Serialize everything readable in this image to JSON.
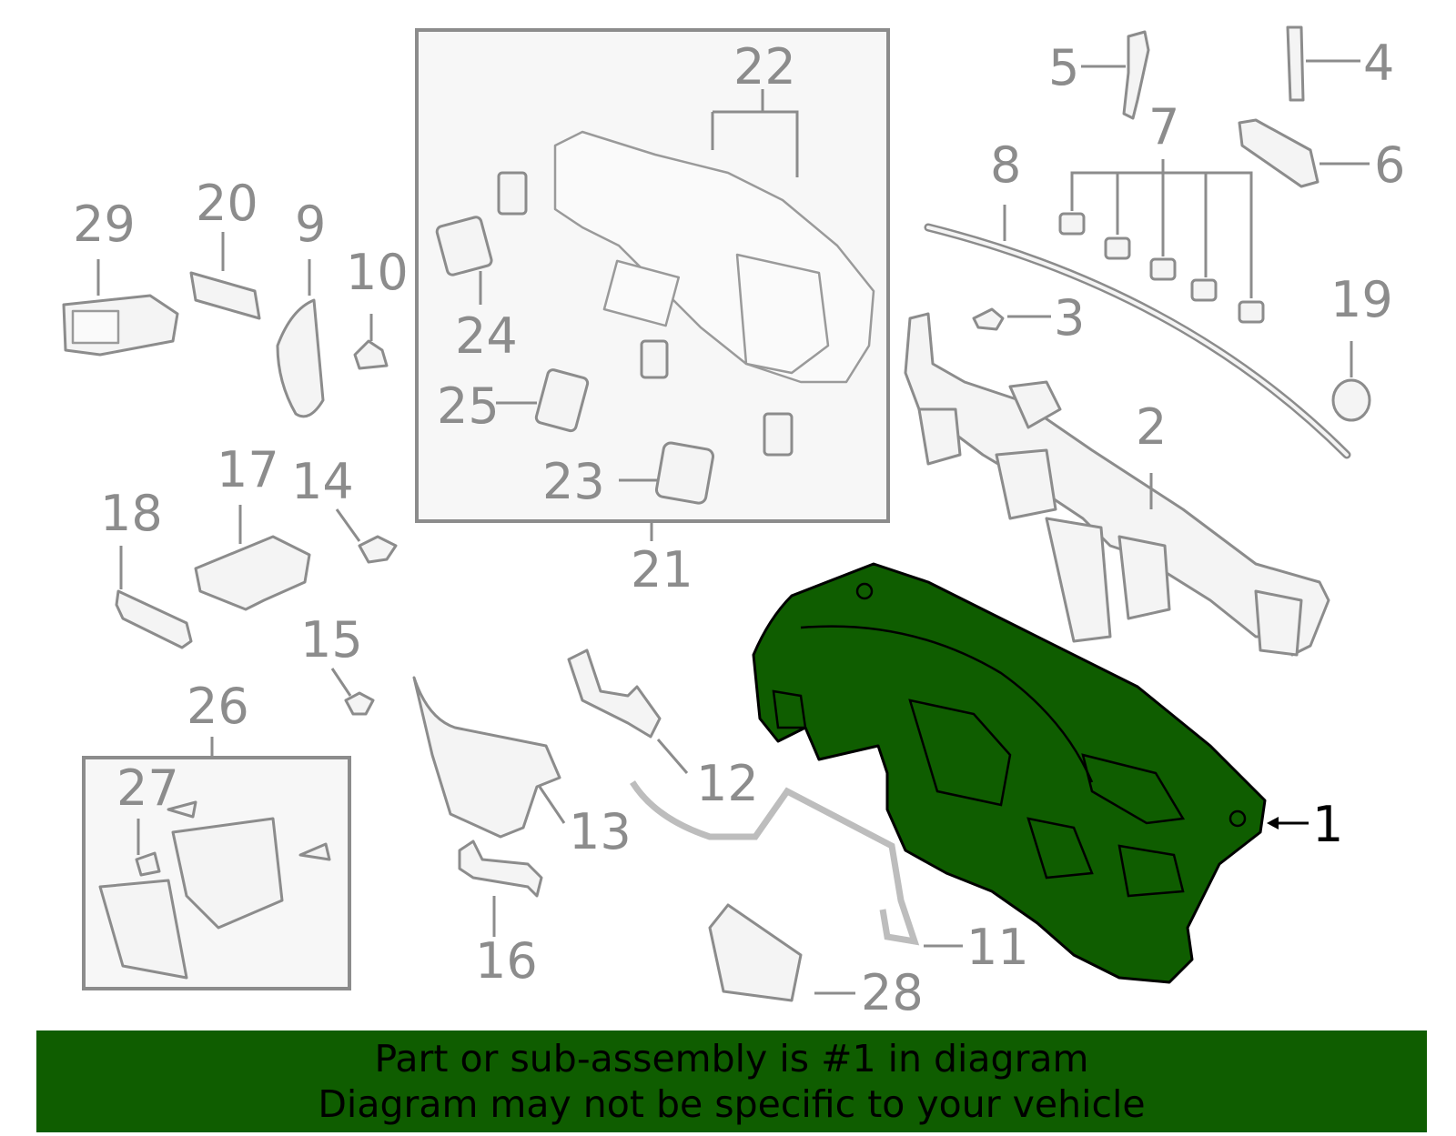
{
  "callouts": {
    "c1": "1",
    "c2": "2",
    "c3": "3",
    "c4": "4",
    "c5": "5",
    "c6": "6",
    "c7": "7",
    "c8": "8",
    "c9": "9",
    "c10": "10",
    "c11": "11",
    "c12": "12",
    "c13": "13",
    "c14": "14",
    "c15": "15",
    "c16": "16",
    "c17": "17",
    "c18": "18",
    "c19": "19",
    "c20": "20",
    "c21": "21",
    "c22": "22",
    "c23": "23",
    "c24": "24",
    "c25": "25",
    "c26": "26",
    "c27": "27",
    "c28": "28",
    "c29": "29"
  },
  "highlighted_part": "1",
  "colors": {
    "highlight": "#0f5d00",
    "line_gray": "#8c8c8c",
    "banner_bg": "#0f5d00"
  },
  "banner": {
    "line1": "Part or sub-assembly is #1 in diagram",
    "line2": "Diagram may not be specific to your vehicle"
  }
}
